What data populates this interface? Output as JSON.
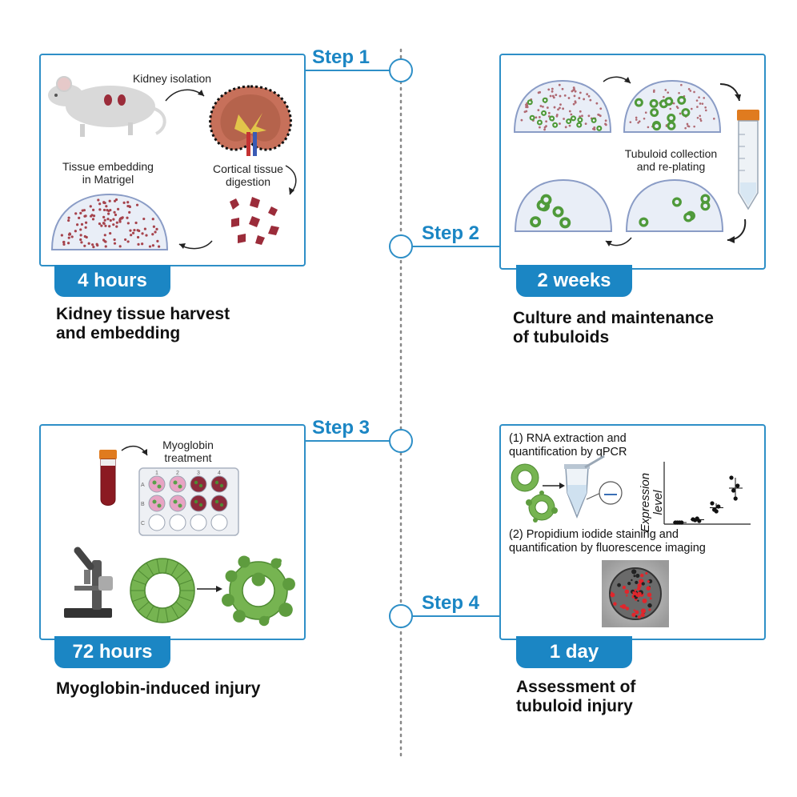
{
  "steps": [
    {
      "label": "Step 1"
    },
    {
      "label": "Step 2"
    },
    {
      "label": "Step 3"
    },
    {
      "label": "Step 4"
    }
  ],
  "panel1": {
    "duration": "4 hours",
    "title": "Kidney tissue harvest\nand embedding",
    "labels": {
      "kidney_isolation": "Kidney isolation",
      "cortical_digestion": "Cortical tissue\ndigestion",
      "embedding": "Tissue embedding\nin Matrigel"
    }
  },
  "panel2": {
    "duration": "2 weeks",
    "title": "Culture and maintenance\nof tubuloids",
    "labels": {
      "collection": "Tubuloid collection\nand re-plating"
    }
  },
  "panel3": {
    "duration": "72 hours",
    "title": "Myoglobin-induced injury",
    "labels": {
      "treatment": "Myoglobin\ntreatment",
      "cols": [
        "1",
        "2",
        "3",
        "4"
      ],
      "rows": [
        "A",
        "B",
        "C"
      ]
    }
  },
  "panel4": {
    "duration": "1 day",
    "title": "Assessment of\ntubuloid injury",
    "labels": {
      "rna": "(1) RNA extraction and\n     quantification by qPCR",
      "ylabel": "Expression\nlevel",
      "pi": "(2) Propidium iodide staining and\n     quantification by fluorescence imaging"
    }
  },
  "colors": {
    "accent": "#1b86c4",
    "border": "#2e8fc7",
    "tissue": "#9b2c3a",
    "tubuloid": "#4f9a3a",
    "dome": "#e9eef7"
  }
}
